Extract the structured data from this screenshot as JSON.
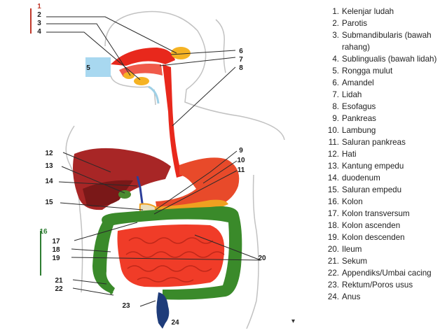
{
  "diagram": {
    "callouts": [
      {
        "num": "1",
        "color": "#c0392b"
      },
      {
        "num": "2"
      },
      {
        "num": "3"
      },
      {
        "num": "4"
      },
      {
        "num": "5"
      },
      {
        "num": "6"
      },
      {
        "num": "7"
      },
      {
        "num": "8"
      },
      {
        "num": "9"
      },
      {
        "num": "10"
      },
      {
        "num": "11"
      },
      {
        "num": "12"
      },
      {
        "num": "13"
      },
      {
        "num": "14"
      },
      {
        "num": "15"
      },
      {
        "num": "16",
        "color": "#2e7d32"
      },
      {
        "num": "17"
      },
      {
        "num": "18"
      },
      {
        "num": "19"
      },
      {
        "num": "20"
      },
      {
        "num": "21"
      },
      {
        "num": "22"
      },
      {
        "num": "23"
      },
      {
        "num": "24"
      }
    ],
    "legend": [
      {
        "num": "1.",
        "text": "Kelenjar ludah"
      },
      {
        "num": "2.",
        "text": "Parotis"
      },
      {
        "num": "3.",
        "text": "Submandibularis (bawah rahang)"
      },
      {
        "num": "4.",
        "text": "Sublingualis (bawah lidah)"
      },
      {
        "num": "5.",
        "text": "Rongga mulut"
      },
      {
        "num": "6.",
        "text": "Amandel"
      },
      {
        "num": "7.",
        "text": "Lidah"
      },
      {
        "num": "8.",
        "text": "Esofagus"
      },
      {
        "num": "9.",
        "text": "Pankreas"
      },
      {
        "num": "10.",
        "text": "Lambung"
      },
      {
        "num": "11.",
        "text": "Saluran pankreas"
      },
      {
        "num": "12.",
        "text": "Hati"
      },
      {
        "num": "13.",
        "text": "Kantung empedu"
      },
      {
        "num": "14.",
        "text": "duodenum"
      },
      {
        "num": "15.",
        "text": "Saluran empedu"
      },
      {
        "num": "16.",
        "text": "Kolon"
      },
      {
        "num": "17.",
        "text": "Kolon transversum"
      },
      {
        "num": "18.",
        "text": "Kolon ascenden"
      },
      {
        "num": "19.",
        "text": "Kolon descenden"
      },
      {
        "num": "20.",
        "text": "Ileum"
      },
      {
        "num": "21.",
        "text": "Sekum"
      },
      {
        "num": "22.",
        "text": "Appendiks/Umbai cacing"
      },
      {
        "num": "23.",
        "text": "Rektum/Poros usus"
      },
      {
        "num": "24.",
        "text": "Anus"
      }
    ],
    "colors": {
      "esophagus": "#e8281c",
      "liver": "#b02a2a",
      "stomach": "#e84a2a",
      "pancreas": "#f0a020",
      "colon": "#3a8a2a",
      "small_intestine": "#f03c28",
      "rectum": "#1e3c7a",
      "salivary": "#f5b324",
      "mouth_box": "#a8d8f0",
      "outline": "#bdbdbd"
    }
  }
}
